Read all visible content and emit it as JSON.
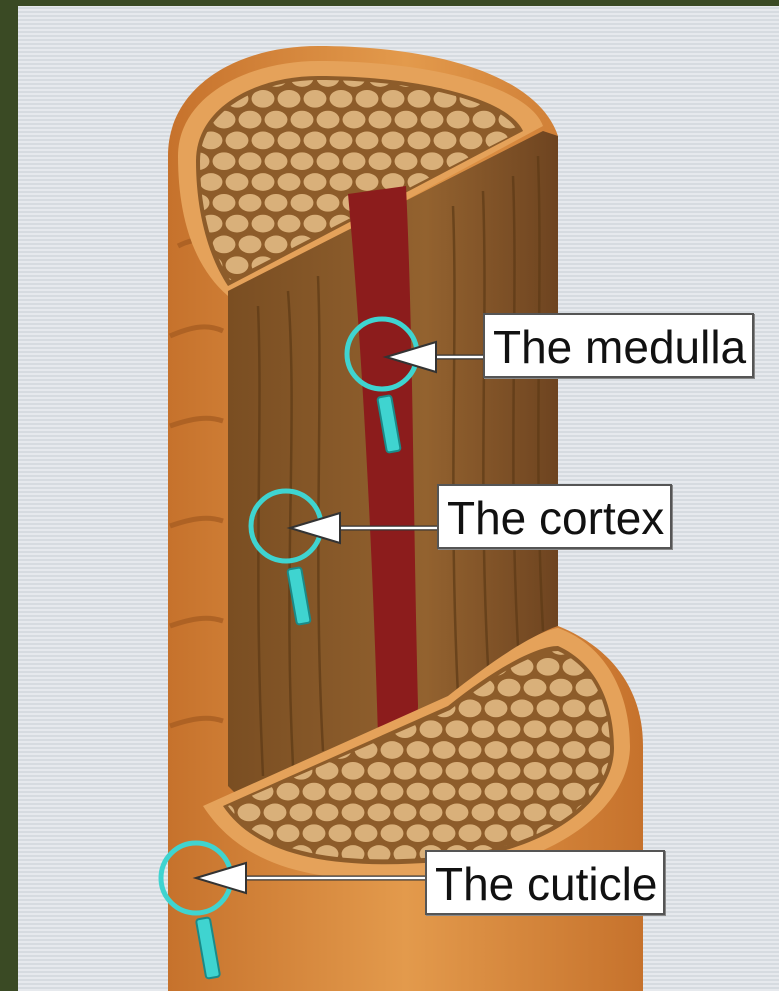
{
  "labels": {
    "medulla": "The medulla",
    "cortex": "The cortex",
    "cuticle": "The cuticle"
  },
  "colors": {
    "background_outer": "#3a4a24",
    "panel": "#e2e6ea",
    "cuticle": "#d9893c",
    "cortex": "#8a5a2a",
    "medulla": "#8c1c1c",
    "cell": "#d9b07a",
    "magnifier": "#3fd4d0"
  }
}
